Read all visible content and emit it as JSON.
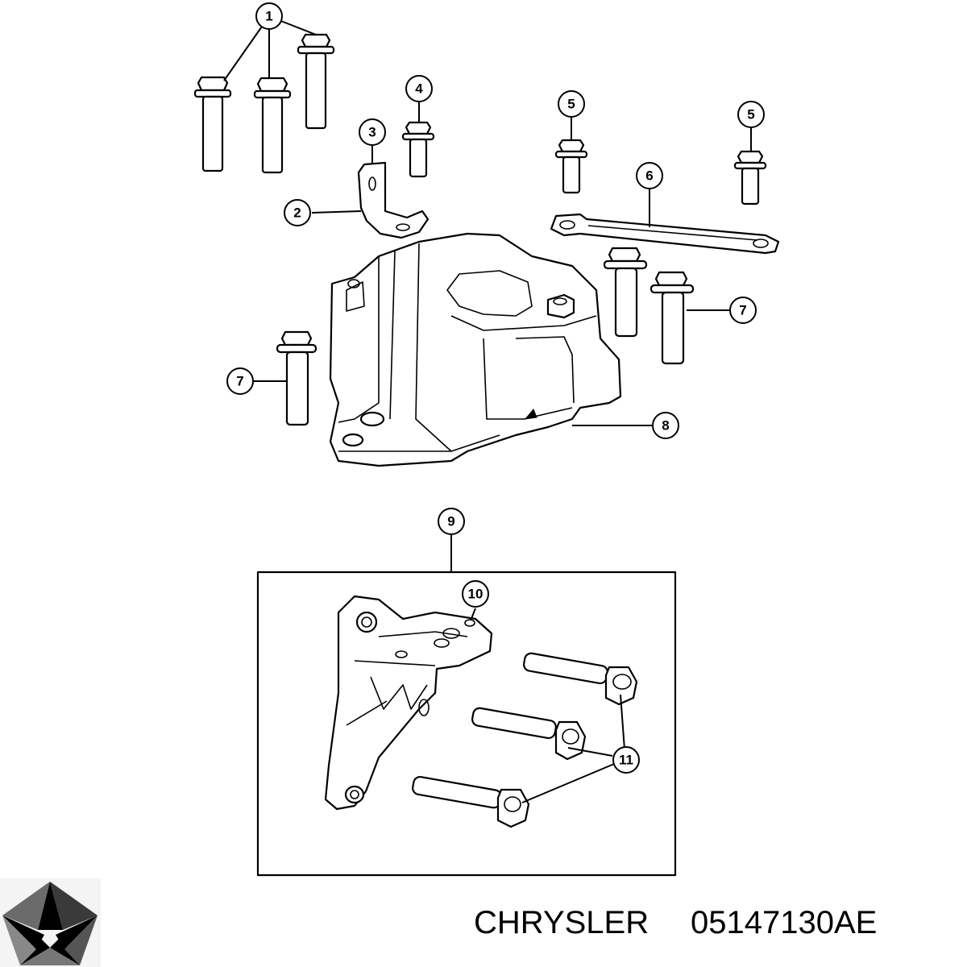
{
  "callouts": [
    {
      "id": "c1",
      "label": "1"
    },
    {
      "id": "c2",
      "label": "2"
    },
    {
      "id": "c3",
      "label": "3"
    },
    {
      "id": "c4",
      "label": "4"
    },
    {
      "id": "c5a",
      "label": "5"
    },
    {
      "id": "c5b",
      "label": "5"
    },
    {
      "id": "c6",
      "label": "6"
    },
    {
      "id": "c7a",
      "label": "7"
    },
    {
      "id": "c7b",
      "label": "7"
    },
    {
      "id": "c8",
      "label": "8"
    },
    {
      "id": "c9",
      "label": "9"
    },
    {
      "id": "c10",
      "label": "10"
    },
    {
      "id": "c11",
      "label": "11"
    }
  ],
  "footer": {
    "brand": "CHRYSLER",
    "part_number": "05147130AE"
  },
  "logo": {
    "name": "chrysler-pentastar-logo",
    "color": "#000000"
  }
}
